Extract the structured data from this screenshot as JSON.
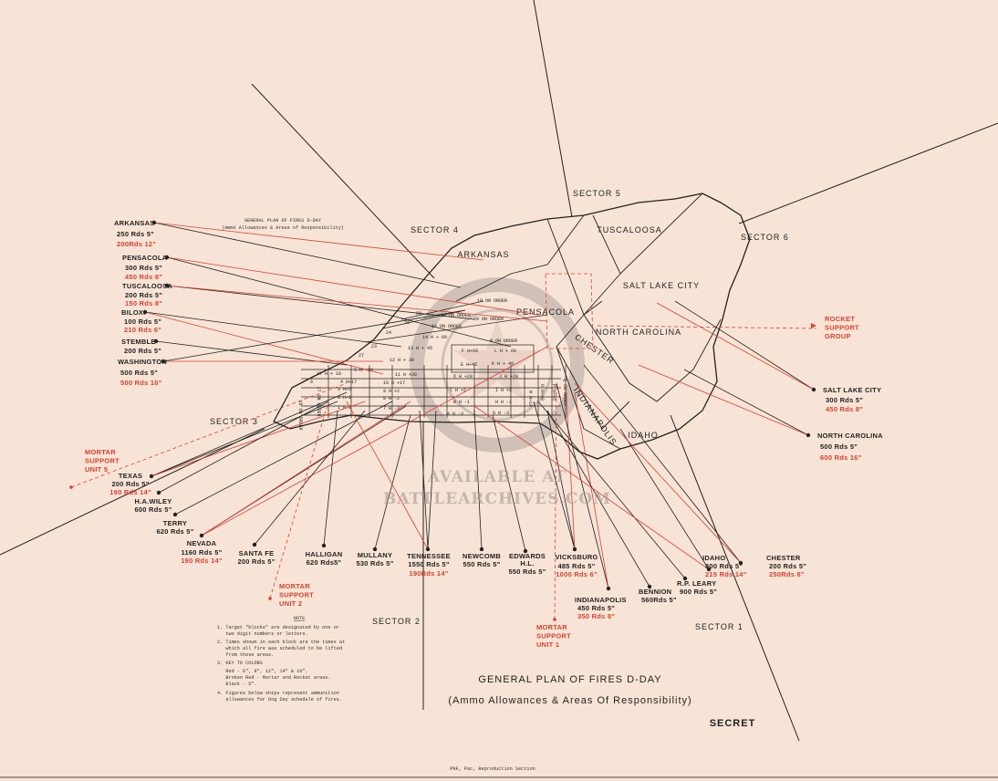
{
  "header": {
    "small_title": "GENERAL PLAN OF FIRES D-DAY",
    "small_subtitle": "(Ammo Allowances & Areas of Responsibility)",
    "title": "GENERAL PLAN OF FIRES D-DAY",
    "subtitle": "(Ammo Allowances & Areas Of Responsibility)",
    "classification": "SECRET",
    "credit": "PNF, Pac, Reproduction Section"
  },
  "colors": {
    "paper": "#f8e4d6",
    "ink": "#222222",
    "red": "#d8402f"
  },
  "sectors": [
    "SECTOR 1",
    "SECTOR 2",
    "SECTOR 3",
    "SECTOR 4",
    "SECTOR 5",
    "SECTOR 6"
  ],
  "regions": [
    "TUSCALOOSA",
    "ARKANSAS",
    "SALT LAKE CITY",
    "PENSACOLA",
    "NORTH CAROLINA",
    "CHESTER",
    "INDIANAPOLIS",
    "IDAHO"
  ],
  "blocks": [
    "19 ON ORDER",
    "29",
    "18 ON ORDER",
    "29 ON ORDER",
    "28",
    "16 ON ORDER",
    "24",
    "14 H + 60",
    "23",
    "13 H + 45",
    "N ON ORDER",
    "F H+60",
    "L H + 60",
    "E H+45",
    "K H + 40",
    "27",
    "12 H + 30",
    "5 H +20",
    "11 H +20",
    "D H +20",
    "J H +20",
    "37 H + 18",
    "6",
    "4 H+17",
    "10 H +17",
    "3 H+5",
    "9 H +2",
    "C H +2",
    "I H +2",
    "2 H-1",
    "8 H -2",
    "B H -1",
    "H H -1",
    "1 H 3",
    "7 H -3",
    "A H -3",
    "G H -3",
    "M H+10",
    "O H+40",
    "P H+45",
    "Q ON ORDER",
    "17 ON ORDER",
    "18 ON ORDER"
  ],
  "ships": [
    {
      "name": "ARKANSAS",
      "black": "250 Rds 5\"",
      "red": "200Rds 12\""
    },
    {
      "name": "PENSACOLA",
      "black": "300 Rds  5\"",
      "red": "450 Rds  8\""
    },
    {
      "name": "TUSCALOOSA",
      "black": "200 Rds  5\"",
      "red": "150 Rds  8\""
    },
    {
      "name": "BILOXI",
      "black": "100 Rds  5\"",
      "red": "210 Rds  6\""
    },
    {
      "name": "STEMBLE",
      "black": "200 Rds  5\""
    },
    {
      "name": "WASHINGTON",
      "black": "500 Rds  5\"",
      "red": "500 Rds  16\""
    },
    {
      "name": "TEXAS",
      "black": "200 Rds 5\"",
      "red": "190 Rds 14\""
    },
    {
      "name": "H.A.WILEY",
      "black": "600 Rds 5\""
    },
    {
      "name": "TERRY",
      "black": "620 Rds 5\""
    },
    {
      "name": "NEVADA",
      "black": "1160 Rds 5\"",
      "red": "190 Rds 14\""
    },
    {
      "name": "SANTA FE",
      "black": "200 Rds 5\""
    },
    {
      "name": "HALLIGAN",
      "black": "620 Rds5\""
    },
    {
      "name": "MULLANY",
      "black": "530 Rds 5\""
    },
    {
      "name": "TENNESSEE",
      "black": "1550 Rds 5\"",
      "red": "190Rds 14\""
    },
    {
      "name": "NEWCOMB",
      "black": "550 Rds 5\""
    },
    {
      "name": "EDWARDS H.L.",
      "black": "550 Rds 5\""
    },
    {
      "name": "VICKSBURG",
      "black": "485 Rds 5\"",
      "red": "1000 Rds 6\""
    },
    {
      "name": "INDIANAPOLIS",
      "black": "450 Rds   5\"",
      "red": "350 Rds   8\""
    },
    {
      "name": "BENNION",
      "black": "560Rds 5\""
    },
    {
      "name": "R.P. LEARY",
      "black": "900 Rds 5\""
    },
    {
      "name": "IDAHO",
      "black": "800 Rds 5\"",
      "red": "215 Rds 14\""
    },
    {
      "name": "CHESTER",
      "black": "200 Rds 5\"",
      "red": "250Rds 8\""
    },
    {
      "name": "SALT LAKE CITY",
      "black": "300 Rds 5\"",
      "red": "450 Rds 8\""
    },
    {
      "name": "NORTH CAROLINA",
      "black": "500 Rds 5\"",
      "red": "600 Rds 16\""
    }
  ],
  "support_units": [
    {
      "lines": [
        "MORTAR",
        "SUPPORT",
        "UNIT 5"
      ]
    },
    {
      "lines": [
        "MORTAR",
        "SUPPORT",
        "UNIT 2"
      ]
    },
    {
      "lines": [
        "MORTAR",
        "SUPPORT",
        "UNIT 1"
      ]
    },
    {
      "lines": [
        "ROCKET",
        "SUPPORT",
        "GROUP"
      ]
    }
  ],
  "note": {
    "heading": "NOTE",
    "lines": [
      "1. Target \"blocks\" are designated by one or",
      "   two digit numbers or letters.",
      "2. Times shown in each block are the times at",
      "   which all fire was scheduled to be lifted",
      "   from those areas.",
      "3. KEY TO COLORS",
      "   Red - 6\", 8\", 12\", 14\" & 16\".",
      "   Broken Red - Mortar and Rocket areas.",
      "   Black - 5\".",
      "4. Figures below ships represent ammunition",
      "   allowances for Dog Day schedule of fires."
    ]
  },
  "watermark": {
    "seal": "BATTLE ARCHIVES",
    "line1": "AVAILABLE AT",
    "line2": "BATTLEARCHIVES.COM"
  }
}
